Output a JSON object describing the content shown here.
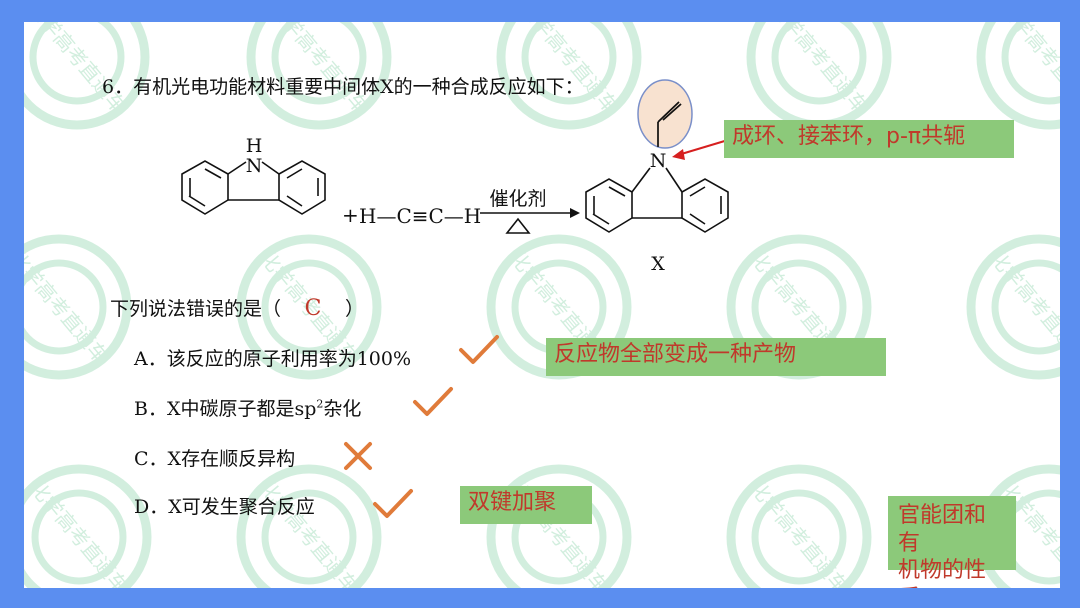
{
  "question": {
    "stem": "6．有机光电功能材料重要中间体X的一种合成反应如下：",
    "prompt_left": "下列说法错误的是（",
    "answer": "C",
    "prompt_right": "）",
    "options": [
      {
        "text": "A．该反应的原子利用率为100%",
        "mark": "check"
      },
      {
        "text_pre": "B．X中碳原子都是sp",
        "sup": "2",
        "text_post": "杂化",
        "mark": "check"
      },
      {
        "text": "C．X存在顺反异构",
        "mark": "cross"
      },
      {
        "text": "D．X可发生聚合反应",
        "mark": "check"
      }
    ]
  },
  "reaction": {
    "reactant_h_label": "H",
    "reactant_n_label": "N",
    "plus": "+",
    "acetylene": "H—C≡C—H",
    "catalyst": "催化剂",
    "product_n_label": "N",
    "product_label": "X"
  },
  "annotations": {
    "conjugation_note": "成环、接苯环，p-π共轭",
    "option_a_note": "反应物全部变成一种产物",
    "option_d_note": "双键加聚",
    "topic_box": [
      "官能团和有",
      "机物的性质"
    ]
  },
  "watermark_text": "化学高考直通车",
  "colors": {
    "frame": "#5b8ef0",
    "highlight": "#8cc97a",
    "red": "#c0392b",
    "mark": "#e07b3a",
    "watermark": "#7fd1a3"
  }
}
